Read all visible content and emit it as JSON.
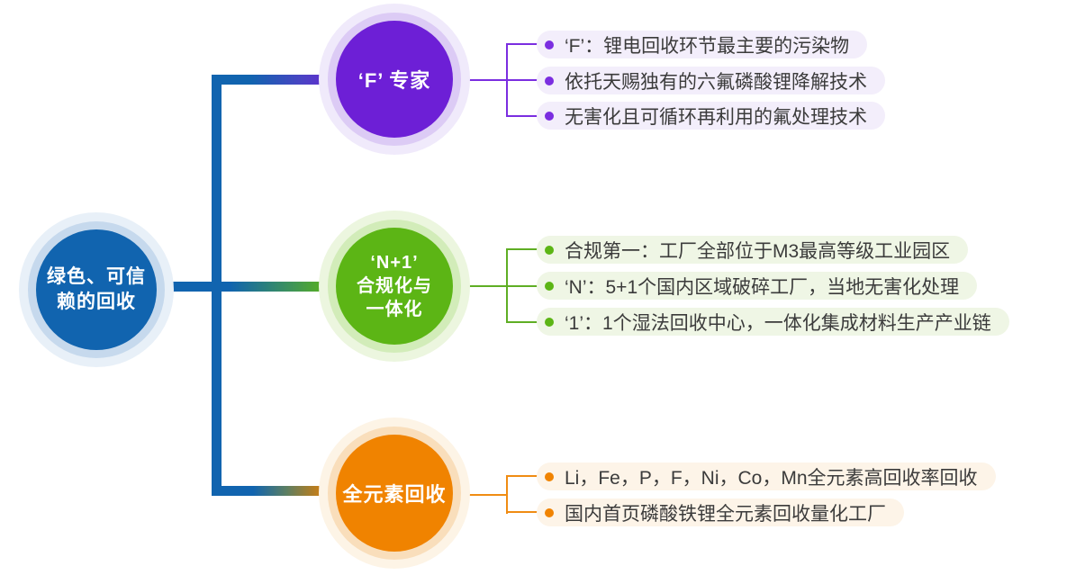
{
  "root": {
    "title": "绿色、可信赖的回收",
    "title_lines": [
      "绿色、可信",
      "赖的回收"
    ],
    "color": "#1164af"
  },
  "branches": [
    {
      "title": "‘F’ 专家",
      "title_lines": [
        "‘F’ 专家"
      ],
      "color": "#6d1fd6",
      "accent_line_color": "#7b2ee0",
      "pill_bg": "#f3eefb",
      "items": [
        "‘F’：锂电回收环节最主要的污染物",
        "依托天赐独有的六氟磷酸锂降解技术",
        "无害化且可循环再利用的氟处理技术"
      ]
    },
    {
      "title": "‘N+1’合规化与一体化",
      "title_lines": [
        "‘N+1’",
        "合规化与",
        "一体化"
      ],
      "color": "#5cb515",
      "accent_line_color": "#5fae24",
      "pill_bg": "#eff6e5",
      "items": [
        "合规第一：工厂全部位于M3最高等级工业园区",
        "‘N’：5+1个国内区域破碎工厂，当地无害化处理",
        "‘1’：1个湿法回收中心，一体化集成材料生产产业链"
      ]
    },
    {
      "title": "全元素回收",
      "title_lines": [
        "全元素回收"
      ],
      "color": "#f08300",
      "accent_line_color": "#f08c13",
      "pill_bg": "#fdf4e8",
      "items": [
        "Li，Fe，P，F，Ni，Co，Mn全元素高回收率回收",
        "国内首页磷酸铁锂全元素回收量化工厂"
      ]
    }
  ],
  "trunk_color": "#1164af",
  "background_color": "#ffffff"
}
